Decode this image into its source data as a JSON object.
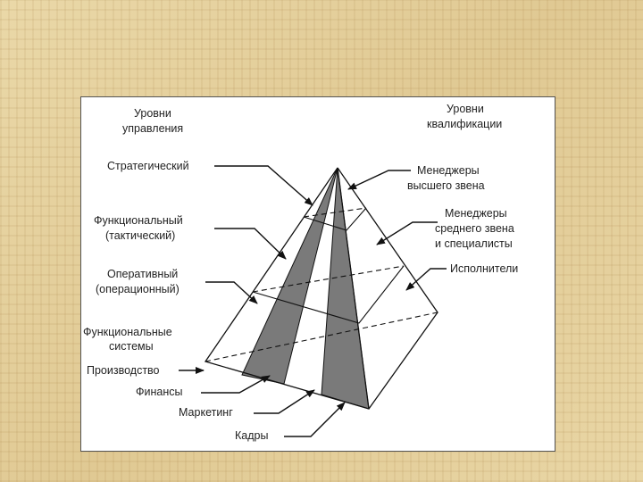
{
  "diagram": {
    "header_left": [
      "Уровни",
      "управления"
    ],
    "header_right": [
      "Уровни",
      "квалификации"
    ],
    "left_labels": {
      "strategic": "Стратегический",
      "functional": [
        "Функциональный",
        "(тактический)"
      ],
      "operational": [
        "Оперативный",
        "(операционный)"
      ],
      "func_systems": [
        "Функциональные",
        "системы"
      ],
      "production": "Производство",
      "finance": "Финансы",
      "marketing": "Маркетинг",
      "personnel": "Кадры"
    },
    "right_labels": {
      "top_managers": [
        "Менеджеры",
        "высшего звена"
      ],
      "middle_managers": [
        "Менеджеры",
        "среднего звена",
        "и специалисты"
      ],
      "executors": "Исполнители"
    }
  }
}
